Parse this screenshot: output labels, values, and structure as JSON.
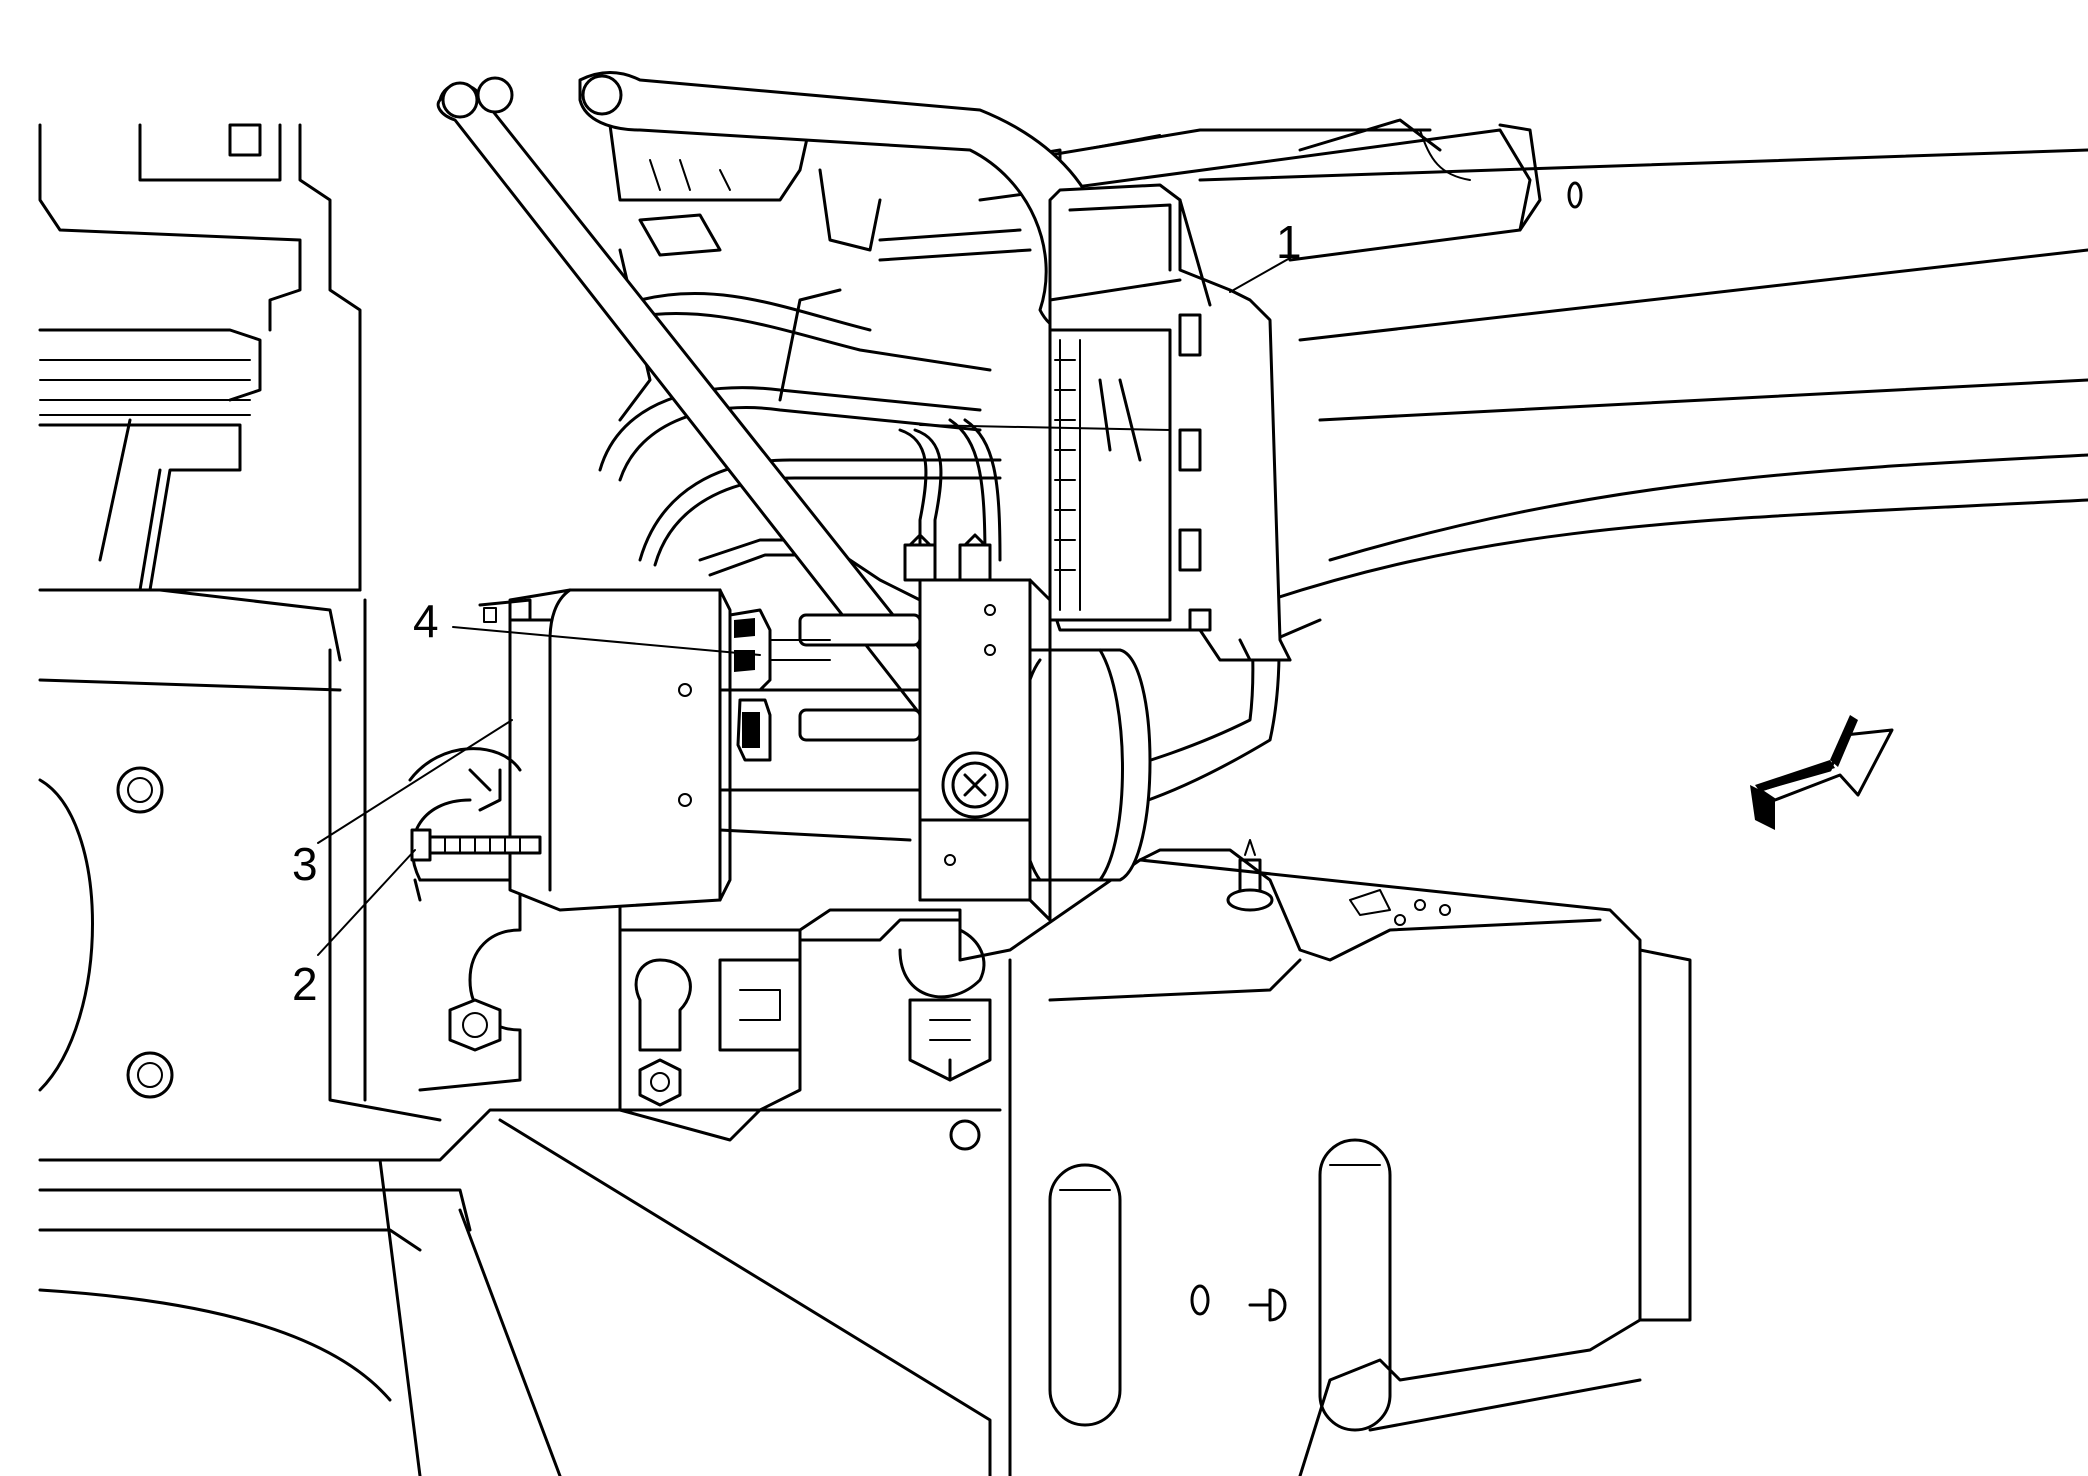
{
  "callouts": [
    {
      "id": "1",
      "label": "1"
    },
    {
      "id": "2",
      "label": "2"
    },
    {
      "id": "3",
      "label": "3"
    },
    {
      "id": "4",
      "label": "4"
    }
  ],
  "icons": [
    "direction-arrow-icon"
  ]
}
